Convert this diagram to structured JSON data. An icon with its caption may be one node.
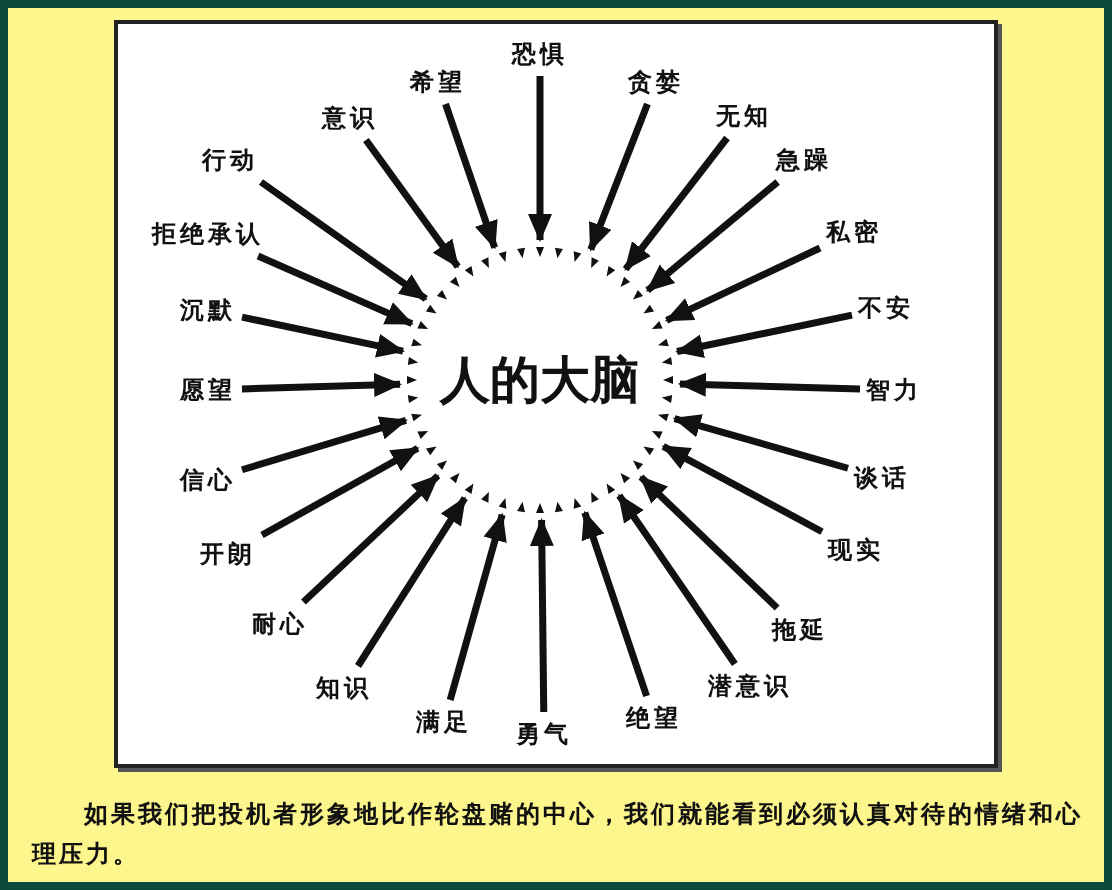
{
  "diagram": {
    "caption": "如果我们把投机者形象地比作轮盘赌的中心，我们就能看到必须认真对待的情绪和心理压力。",
    "nodes": [
      {
        "text": [
          "人的大脑"
        ]
      },
      {
        "text": [
          "恐惧"
        ]
      },
      {
        "text": [
          "贪婪"
        ]
      },
      {
        "text": [
          "无知"
        ]
      },
      {
        "text": [
          "急躁"
        ]
      },
      {
        "text": [
          "私密"
        ]
      },
      {
        "text": [
          "不安"
        ]
      },
      {
        "text": [
          "智力"
        ]
      },
      {
        "text": [
          "谈话"
        ]
      },
      {
        "text": [
          "现实"
        ]
      },
      {
        "text": [
          "拖延"
        ]
      },
      {
        "text": [
          "潜意识"
        ]
      },
      {
        "text": [
          "绝望"
        ]
      },
      {
        "text": [
          "勇气"
        ]
      },
      {
        "text": [
          "满足"
        ]
      },
      {
        "text": [
          "知识"
        ]
      },
      {
        "text": [
          "耐心"
        ]
      },
      {
        "text": [
          "开朗"
        ]
      },
      {
        "text": [
          "信心"
        ]
      },
      {
        "text": [
          "愿望"
        ]
      },
      {
        "text": [
          "沉默"
        ]
      },
      {
        "text": [
          "拒绝承认"
        ]
      },
      {
        "text": [
          "行动"
        ]
      },
      {
        "text": [
          "意识"
        ]
      },
      {
        "text": [
          "希望"
        ]
      }
    ],
    "edges": [
      {
        "from": 1,
        "to": 0,
        "arrow": "to"
      },
      {
        "from": 2,
        "to": 0,
        "arrow": "to"
      },
      {
        "from": 3,
        "to": 0,
        "arrow": "to"
      },
      {
        "from": 4,
        "to": 0,
        "arrow": "to"
      },
      {
        "from": 5,
        "to": 0,
        "arrow": "to"
      },
      {
        "from": 6,
        "to": 0,
        "arrow": "to"
      },
      {
        "from": 7,
        "to": 0,
        "arrow": "to"
      },
      {
        "from": 8,
        "to": 0,
        "arrow": "to"
      },
      {
        "from": 9,
        "to": 0,
        "arrow": "to"
      },
      {
        "from": 10,
        "to": 0,
        "arrow": "to"
      },
      {
        "from": 11,
        "to": 0,
        "arrow": "to"
      },
      {
        "from": 12,
        "to": 0,
        "arrow": "to"
      },
      {
        "from": 13,
        "to": 0,
        "arrow": "to"
      },
      {
        "from": 14,
        "to": 0,
        "arrow": "to"
      },
      {
        "from": 15,
        "to": 0,
        "arrow": "to"
      },
      {
        "from": 16,
        "to": 0,
        "arrow": "to"
      },
      {
        "from": 17,
        "to": 0,
        "arrow": "to"
      },
      {
        "from": 18,
        "to": 0,
        "arrow": "to"
      },
      {
        "from": 19,
        "to": 0,
        "arrow": "to"
      },
      {
        "from": 20,
        "to": 0,
        "arrow": "to"
      },
      {
        "from": 21,
        "to": 0,
        "arrow": "to"
      },
      {
        "from": 22,
        "to": 0,
        "arrow": "to"
      },
      {
        "from": 23,
        "to": 0,
        "arrow": "to"
      },
      {
        "from": 24,
        "to": 0,
        "arrow": "to"
      }
    ]
  }
}
